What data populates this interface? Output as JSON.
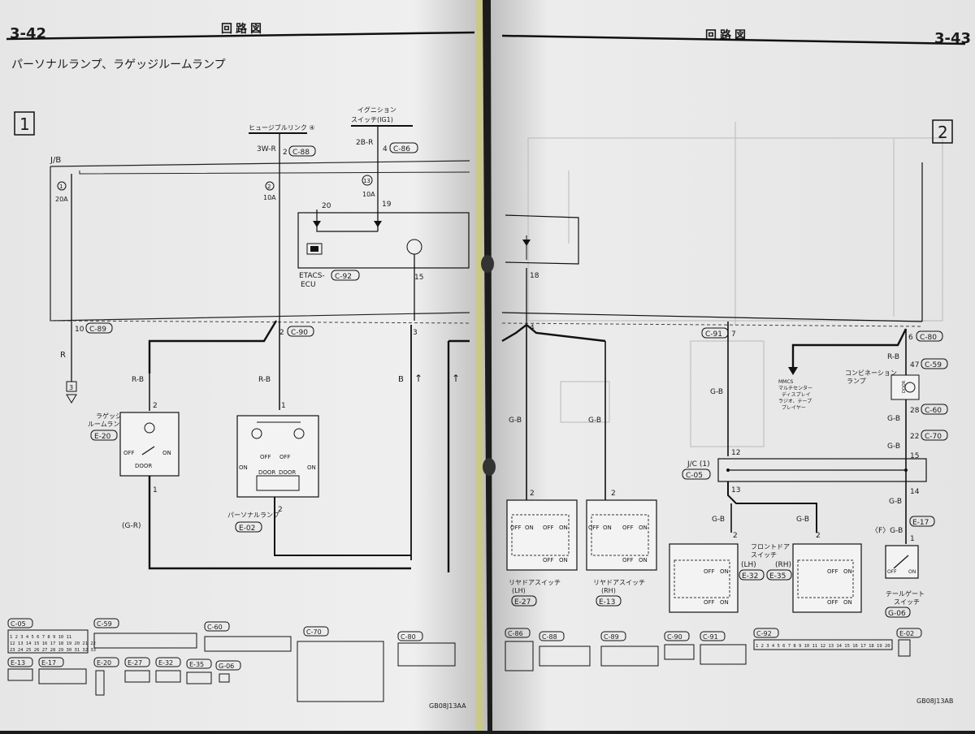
{
  "left_page": {
    "page_number": "3-42",
    "header_title": "回路図",
    "section_title": "パーソナルランプ、ラゲッジルームランプ",
    "sheet_marker": "1",
    "jb_label": "J/B",
    "fuse_link_label": "ヒュージブルリンク ④",
    "ignition_label": "イグニション",
    "ignition_switch": "スイッチ(IG1)",
    "wire_3wr": "3W-R",
    "wire_2br": "2B-R",
    "pin_2": "2",
    "pin_4": "4",
    "conn_c88": "C-88",
    "conn_c86": "C-86",
    "fuse1_no": "1",
    "fuse1_amp": "20A",
    "fuse2_no": "2",
    "fuse2_amp": "10A",
    "fuse13_no": "13",
    "fuse13_amp": "10A",
    "pin_20": "20",
    "pin_19": "19",
    "pin_15": "15",
    "etacs_label": "ETACS-\nECU",
    "etacs_line1": "ETACS-",
    "etacs_line2": "ECU",
    "conn_c92": "C-92",
    "pin_10": "10",
    "conn_c89": "C-89",
    "pin_2b": "2",
    "conn_c90": "C-90",
    "pin_3": "3",
    "wire_r": "R",
    "wire_rb1": "R-B",
    "wire_rb2": "R-B",
    "wire_b": "B",
    "ground_ref": "3",
    "luggage_lamp_l1": "ラゲッジ",
    "luggage_lamp_l2": "ルームランプ",
    "conn_e20": "E-20",
    "pin_lug_2": "2",
    "pin_lug_1": "1",
    "sw_off": "OFF",
    "sw_on": "ON",
    "sw_door": "DOOR",
    "personal_lamp": "パーソナルランプ",
    "conn_e02": "E-02",
    "pin_pers_1": "1",
    "pin_pers_2": "2",
    "wire_gr": "(G-R)",
    "connectors_bottom": [
      "C-05",
      "C-59",
      "C-60",
      "C-70",
      "C-80",
      "E-13",
      "E-17",
      "E-20",
      "E-27",
      "E-32",
      "E-35",
      "G-06"
    ],
    "conn_c05_row1": "1 2 3 4 5 6 7 8 9 10 11",
    "conn_c05_row2": "12 13 14 15 16 17 18 19 20 21 22",
    "conn_c05_row3": "23 24 25 26 27 28 29 30 31 32 33",
    "doc_code": "GB08J13AA"
  },
  "right_page": {
    "page_number": "3-43",
    "header_title": "回路図",
    "sheet_marker": "2",
    "pin_18": "18",
    "pin_4": "4",
    "conn_c91": "C-91",
    "pin_7": "7",
    "conn_c80": "C-80",
    "pin_6": "6",
    "wire_gb": "G-B",
    "wire_rb": "R-B",
    "mmcs_l1": "MMCS",
    "mmcs_l2": "マルチセンター",
    "mmcs_l3": "ディスプレイ",
    "mmcs_l4": "ラジオ、テープ",
    "mmcs_l5": "プレイヤー",
    "combination_lamp_l1": "コンビネーション",
    "combination_lamp_l2": "ランプ",
    "pin_47": "47",
    "conn_c59": "C-59",
    "pin_28": "28",
    "conn_c60": "C-60",
    "pin_22": "22",
    "conn_c70": "C-70",
    "jc_label": "J/C (1)",
    "conn_c05": "C-05",
    "pin_12": "12",
    "pin_13": "13",
    "pin_15": "15",
    "pin_14": "14",
    "conn_e17": "E-17",
    "wire_fgb": "〈F〉G-B",
    "pin_1": "1",
    "rear_door_lh_l1": "リヤドアスイッチ",
    "rear_door_lh_l2": "(LH)",
    "conn_e27": "E-27",
    "rear_door_rh_l1": "リヤドアスイッチ",
    "rear_door_rh_l2": "(RH)",
    "conn_e13": "E-13",
    "front_door_l1": "フロントドア",
    "front_door_l2": "スイッチ",
    "front_lh": "(LH)",
    "front_rh": "(RH)",
    "conn_e32": "E-32",
    "conn_e35": "E-35",
    "tailgate_l1": "テールゲート",
    "tailgate_l2": "スイッチ",
    "conn_g06": "G-06",
    "pin_2": "2",
    "sw_off": "OFF",
    "sw_on": "ON",
    "door_lamp": "DOOR",
    "connectors_bottom": [
      "C-86",
      "C-88",
      "C-89",
      "C-90",
      "C-91",
      "C-92",
      "E-02"
    ],
    "conn_c92_pins": "1 2 3 4 5 6 7 8 9 10 11 12 13 14 15 16 17 18 19 20",
    "doc_code": "GB08J13AB"
  },
  "colors": {
    "paper": "#efefee",
    "ink": "#1a1a1a",
    "background": "#1c1c1c"
  }
}
